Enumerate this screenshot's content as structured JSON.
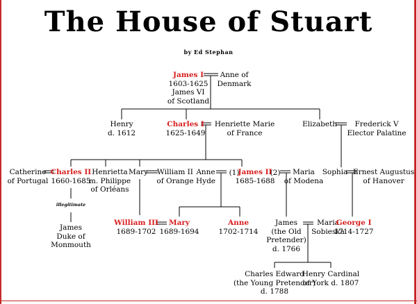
{
  "title": "The House of Stuart",
  "byline": "by Ed Stephan",
  "people": {
    "james_i": {
      "name": "James I",
      "lines": [
        "1603-1625",
        "James VI",
        "of Scotland"
      ]
    },
    "anne_denmark": {
      "name": "",
      "lines": [
        "Anne of",
        "Denmark"
      ]
    },
    "henry": {
      "name": "",
      "lines": [
        "Henry",
        "d. 1612"
      ]
    },
    "charles_i": {
      "name": "Charles I",
      "lines": [
        "1625-1649"
      ]
    },
    "henriette": {
      "name": "",
      "lines": [
        "Henriette Marie",
        "of France"
      ]
    },
    "elizabeth": {
      "name": "",
      "lines": [
        "Elizabeth"
      ]
    },
    "frederick": {
      "name": "",
      "lines": [
        "Frederick V",
        "Elector Palatine"
      ]
    },
    "catherine": {
      "name": "",
      "lines": [
        "Catherine",
        "of Portugal"
      ]
    },
    "charles_ii": {
      "name": "Charles II",
      "lines": [
        "1660-1685"
      ]
    },
    "henrietta": {
      "name": "",
      "lines": [
        "Henrietta",
        "m. Philippe",
        "of Orléans"
      ]
    },
    "mary_orange": {
      "name": "",
      "lines": [
        "Mary"
      ]
    },
    "william_ii": {
      "name": "",
      "lines": [
        "William II",
        "of Orange"
      ]
    },
    "anne_hyde": {
      "name": "",
      "lines": [
        "Anne",
        "Hyde"
      ]
    },
    "james_ii": {
      "name": "James II",
      "lines": [
        "1685-1688"
      ]
    },
    "maria_modena": {
      "name": "",
      "lines": [
        "Maria",
        "of Modena"
      ]
    },
    "sophia": {
      "name": "",
      "lines": [
        "Sophia"
      ]
    },
    "ernest": {
      "name": "",
      "lines": [
        "Ernest Augustus",
        "of Hanover"
      ]
    },
    "james_monmouth": {
      "name": "",
      "lines": [
        "James",
        "Duke of",
        "Monmouth"
      ]
    },
    "william_iii": {
      "name": "William III",
      "lines": [
        "1689-1702"
      ]
    },
    "mary_ii": {
      "name": "Mary",
      "lines": [
        "1689-1694"
      ]
    },
    "anne": {
      "name": "Anne",
      "lines": [
        "1702-1714"
      ]
    },
    "james_pretender": {
      "name": "",
      "lines": [
        "James",
        "(the Old",
        "Pretender)",
        "d. 1766"
      ]
    },
    "maria_sobieska": {
      "name": "",
      "lines": [
        "Maria",
        "Sobieska"
      ]
    },
    "george_i": {
      "name": "George I",
      "lines": [
        "1714-1727"
      ]
    },
    "charles_edward": {
      "name": "",
      "lines": [
        "Charles Edward",
        "(the Young Pretender)",
        "d. 1788"
      ]
    },
    "henry_cardinal": {
      "name": "",
      "lines": [
        "Henry Cardinal",
        "of York d. 1807"
      ]
    }
  },
  "notes": {
    "illegitimate": "illegitimate",
    "marriage_1": "(1)",
    "marriage_2": "(2)"
  },
  "colors": {
    "monarch": "#d81e1e",
    "border": "#c62828",
    "line": "#000000"
  }
}
